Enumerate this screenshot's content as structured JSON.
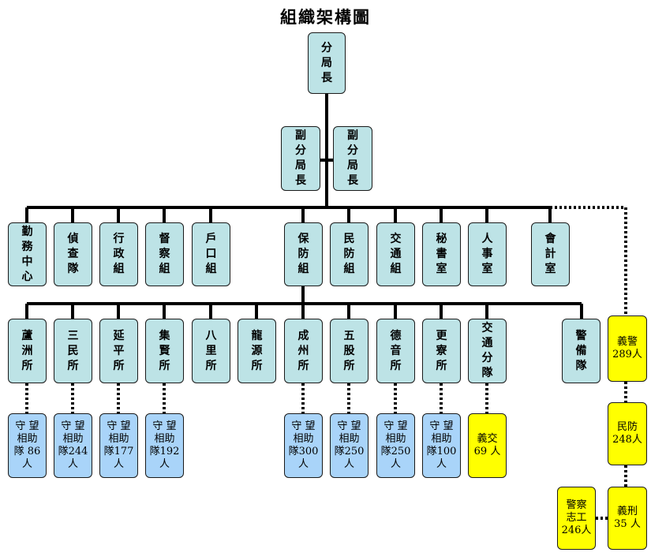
{
  "title": "組織架構圖",
  "colors": {
    "unit_fill": "#bde3e6",
    "team_fill": "#a9d4f9",
    "volunteer_fill": "#ffff00",
    "line": "#000000"
  },
  "chief": {
    "label": "分\n局\n長"
  },
  "deputies": [
    {
      "label": "副\n分\n局\n長"
    },
    {
      "label": "副\n分\n局\n長"
    }
  ],
  "units": [
    {
      "label": "勤\n務\n中\n心"
    },
    {
      "label": "偵\n查\n隊"
    },
    {
      "label": "行\n政\n組"
    },
    {
      "label": "督\n察\n組"
    },
    {
      "label": "戶\n口\n組"
    },
    {
      "label": "保\n防\n組"
    },
    {
      "label": "民\n防\n組"
    },
    {
      "label": "交\n通\n組"
    },
    {
      "label": "秘\n書\n室"
    },
    {
      "label": "人\n事\n室"
    },
    {
      "label": "會\n計\n室"
    }
  ],
  "stations": [
    {
      "label": "蘆\n洲\n所"
    },
    {
      "label": "三\n民\n所"
    },
    {
      "label": "延\n平\n所"
    },
    {
      "label": "集\n賢\n所"
    },
    {
      "label": "八\n里\n所"
    },
    {
      "label": "龍\n源\n所"
    },
    {
      "label": "成\n州\n所"
    },
    {
      "label": "五\n股\n所"
    },
    {
      "label": "德\n音\n所"
    },
    {
      "label": "更\n寮\n所"
    },
    {
      "label": "交\n通\n分\n隊"
    },
    {
      "label": "警\n備\n隊"
    }
  ],
  "teams": [
    {
      "label": "守 望\n相助\n隊 86\n人"
    },
    {
      "label": "守 望\n相助\n隊244\n人"
    },
    {
      "label": "守 望\n相助\n隊177\n人"
    },
    {
      "label": "守 望\n相助\n隊192\n人"
    },
    {
      "label": "守 望\n相助\n隊300\n人"
    },
    {
      "label": "守 望\n相助\n隊250\n人"
    },
    {
      "label": "守 望\n相助\n隊250\n人"
    },
    {
      "label": "守 望\n相助\n隊100\n人"
    }
  ],
  "traffic_volunteers": {
    "label": "義交\n69 人"
  },
  "volunteer_chain": [
    {
      "label": "義警\n289人"
    },
    {
      "label": "民防\n248人"
    },
    {
      "label": "義刑\n35 人"
    },
    {
      "label": "警察\n志工\n246人"
    }
  ]
}
